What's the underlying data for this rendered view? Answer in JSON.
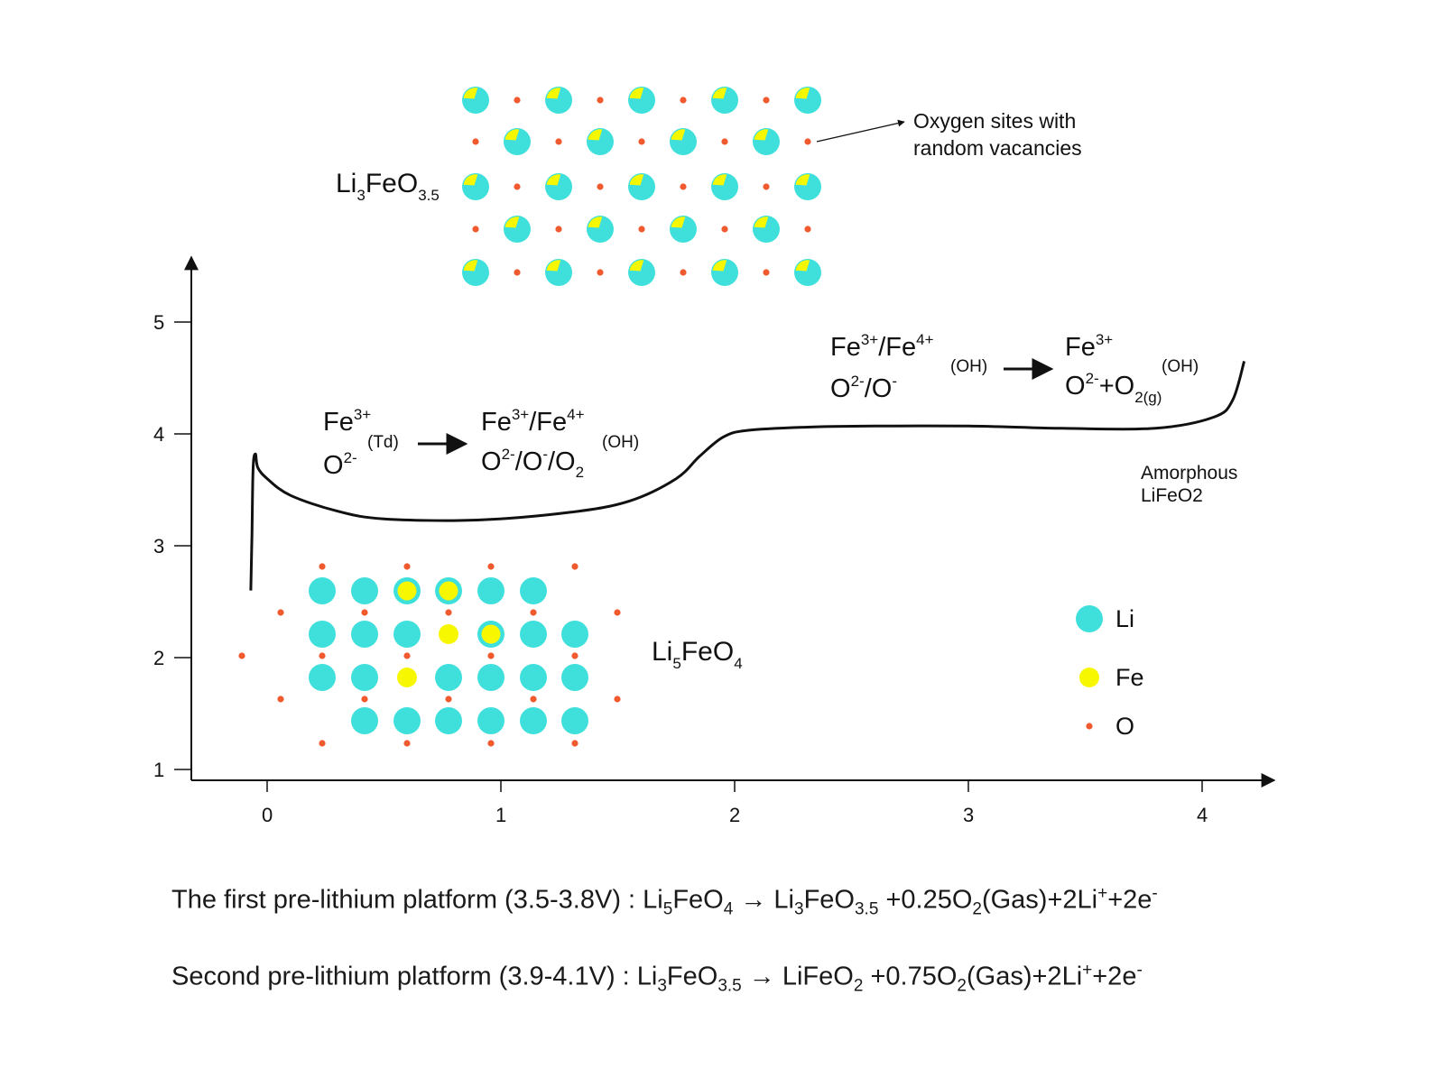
{
  "colors": {
    "li": "#3fe0dc",
    "fe": "#f7f700",
    "o": "#f05a2e",
    "axis": "#111111",
    "curve": "#111111"
  },
  "axes": {
    "x_ticks": [
      "0",
      "1",
      "2",
      "3",
      "4"
    ],
    "y_ticks": [
      "1",
      "2",
      "3",
      "4",
      "5"
    ],
    "xlim": [
      -0.3,
      4.3
    ],
    "ylim": [
      1,
      5.6
    ]
  },
  "chart_data": {
    "type": "line",
    "series": [
      {
        "x": [
          -0.07,
          -0.065,
          -0.06,
          -0.05,
          -0.04,
          0.0,
          0.1,
          0.3,
          0.5,
          0.9,
          1.3,
          1.55,
          1.75,
          1.85,
          1.95,
          2.05,
          2.3,
          2.6,
          3.0,
          3.4,
          3.8,
          4.05,
          4.13,
          4.18
        ],
        "y": [
          2.6,
          3.1,
          3.7,
          3.82,
          3.7,
          3.6,
          3.45,
          3.31,
          3.24,
          3.23,
          3.3,
          3.4,
          3.6,
          3.8,
          3.97,
          4.03,
          4.06,
          4.07,
          4.07,
          4.05,
          4.05,
          4.15,
          4.3,
          4.65
        ]
      }
    ]
  },
  "labels": {
    "top_formula": {
      "base": "Li",
      "s1": "3",
      "mid": "FeO",
      "s2": "3.5"
    },
    "vacancy_note": [
      "Oxygen sites with",
      "random vacancies"
    ],
    "bottom_formula": {
      "base": "Li",
      "s1": "5",
      "mid": "FeO",
      "s2": "4"
    },
    "reaction1_left": {
      "fe": "Fe",
      "fe_sup": "3+",
      "td": "(Td)",
      "o": "O",
      "o_sup": "2-"
    },
    "reaction1_right": {
      "l1a": "Fe",
      "l1b": "3+",
      "l1c": "/Fe",
      "l1d": "4+",
      "l2a": "O",
      "l2b": "2-",
      "l2c": "/O",
      "l2d": "-",
      "l2e": "/O",
      "l2f": "2",
      "oh": "(OH)"
    },
    "reaction2_left": {
      "l1a": "Fe",
      "l1b": "3+",
      "l1c": "/Fe",
      "l1d": "4+",
      "l2a": "O",
      "l2b": "2-",
      "l2c": "/O",
      "l2d": "-",
      "oh": "(OH)"
    },
    "reaction2_right": {
      "l1a": "Fe",
      "l1b": "3+",
      "l2a": "O",
      "l2b": "2-",
      "l2c": "+O",
      "l2d": "2(g)",
      "oh": "(OH)"
    },
    "amorphous": [
      "Amorphous",
      "LiFeO2"
    ]
  },
  "legend": [
    {
      "label": "Li",
      "key": "li"
    },
    {
      "label": "Fe",
      "key": "fe"
    },
    {
      "label": "O",
      "key": "o"
    }
  ],
  "equations": {
    "line1": {
      "prefix": "The first pre-lithium platform (3.5-3.8V) :  Li",
      "a": "5",
      "b": "FeO",
      "c": "4",
      "d": " → Li",
      "e": "3",
      "f": "FeO",
      "g": "3.5",
      "h": " +0.25O",
      "i": "2",
      "j": "(Gas)+2Li",
      "k": "+",
      "l": "+2e",
      "m": "-"
    },
    "line2": {
      "prefix": "Second pre-lithium platform (3.9-4.1V)  :  Li",
      "a": "3",
      "b": "FeO",
      "c": "3.5",
      "d": " → LiFeO",
      "e": "2",
      "f": " +0.75O",
      "g": "2",
      "h": "(Gas)+2Li",
      "i": "+",
      "j": "+2e",
      "k": "-"
    }
  }
}
